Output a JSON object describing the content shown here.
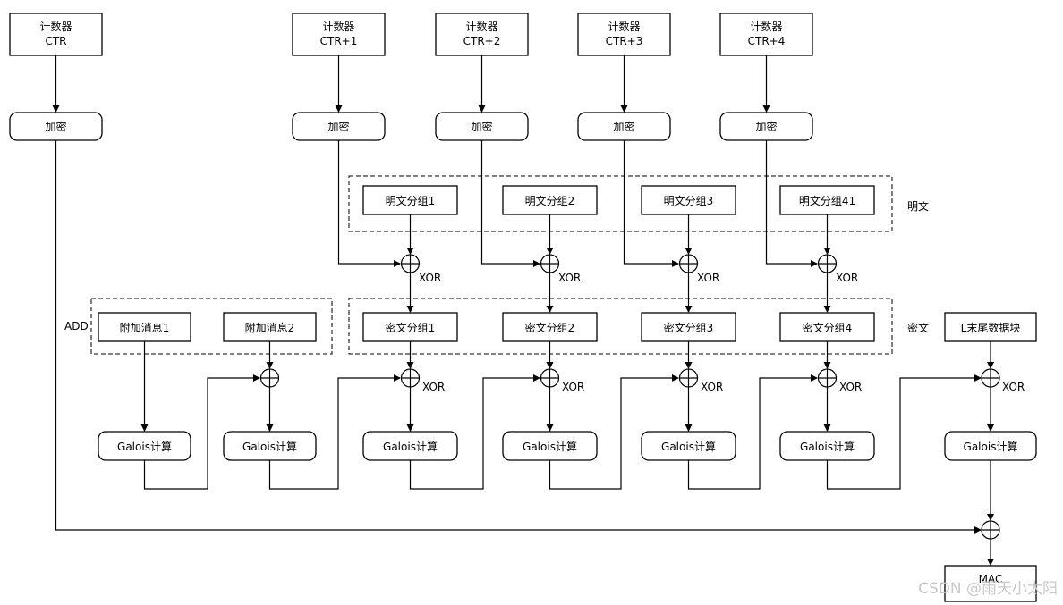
{
  "counters": [
    {
      "line1": "计数器",
      "line2": "CTR"
    },
    {
      "line1": "计数器",
      "line2": "CTR+1"
    },
    {
      "line1": "计数器",
      "line2": "CTR+2"
    },
    {
      "line1": "计数器",
      "line2": "CTR+3"
    },
    {
      "line1": "计数器",
      "line2": "CTR+4"
    }
  ],
  "encrypt_label": "加密",
  "plaintext_blocks": [
    "明文分组1",
    "明文分组2",
    "明文分组3",
    "明文分组41"
  ],
  "plaintext_group_label": "明文",
  "ciphertext_blocks": [
    "密文分组1",
    "密文分组2",
    "密文分组3",
    "密文分组4"
  ],
  "ciphertext_group_label": "密文",
  "aad_blocks": [
    "附加消息1",
    "附加消息2"
  ],
  "aad_group_label": "ADD",
  "last_block_label": "L末尾数据块",
  "galois_label": "Galois计算",
  "xor_label": "XOR",
  "mac_label": "MAC",
  "watermark": "CSDN @雨天小太阳"
}
